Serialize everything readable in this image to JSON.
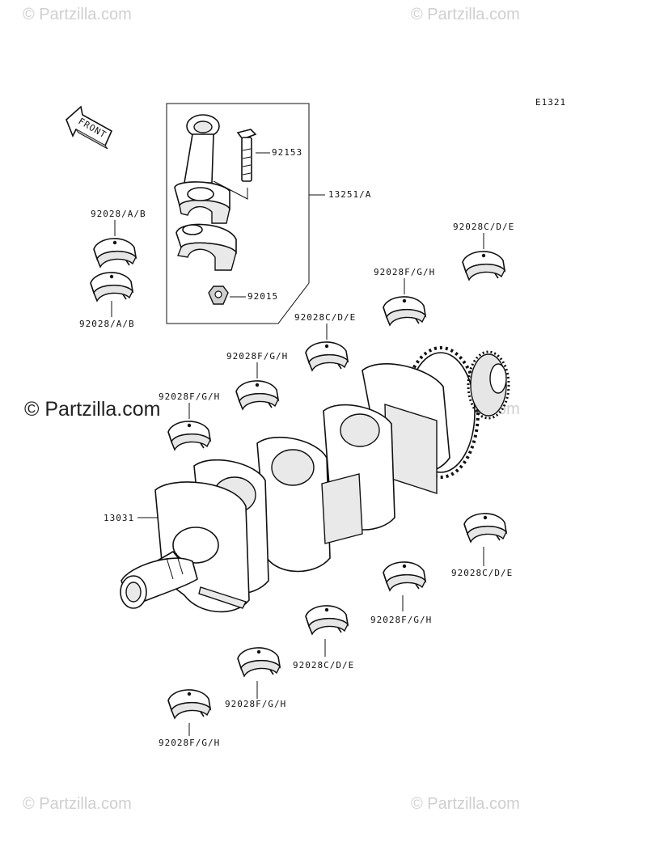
{
  "diagram_code": "E1321",
  "front_label": "FRONT",
  "watermarks": {
    "corner": "© Partzilla.com",
    "center": "© Partzilla.com",
    "center_ghost": "© Partzilla.com"
  },
  "labels": {
    "rod_bolt": "92153",
    "conrod_assy": "13251/A",
    "rod_nut": "92015",
    "crankshaft": "13031",
    "rod_bearing_upper": "92028/A/B",
    "rod_bearing_lower": "92028/A/B",
    "journal_bearing_1": "92028C/D/E",
    "journal_bearing_2": "92028F/G/H",
    "journal_bearing_3": "92028C/D/E",
    "journal_bearing_4": "92028F/G/H",
    "journal_bearing_5": "92028F/G/H",
    "lower_bearing_1": "92028C/D/E",
    "lower_bearing_2": "92028F/G/H",
    "lower_bearing_3": "92028C/D/E",
    "lower_bearing_4": "92028F/G/H",
    "lower_bearing_5": "92028F/G/H"
  }
}
